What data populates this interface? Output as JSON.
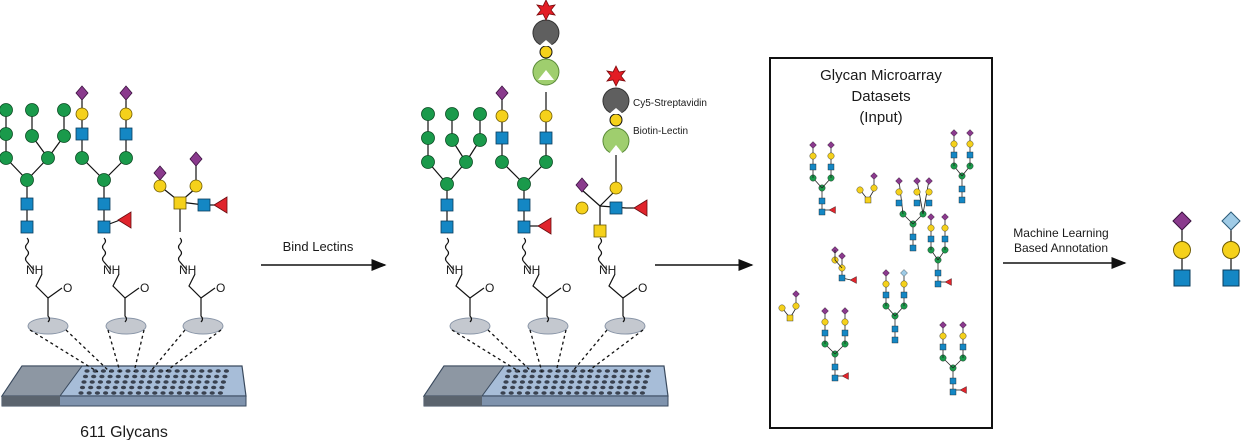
{
  "labels": {
    "glycans_caption": "611 Glycans",
    "bind_step": "Bind Lectins",
    "cy5_label": "Cy5-Streptavidin",
    "biotin_label": "Biotin-Lectin",
    "dataset_title_1": "Glycan Microarray",
    "dataset_title_2": "Datasets",
    "dataset_title_3": "(Input)",
    "ml_step_1": "Machine Learning",
    "ml_step_2": "Based Annotation",
    "nh": "NH",
    "o": "O"
  },
  "colors": {
    "mannose_green": "#1a9a4b",
    "galactose_yellow": "#f5d11b",
    "glcnac_blue": "#1487c4",
    "sialic_purple": "#8a3a8d",
    "neugc_lightblue": "#9fcbe6",
    "fucose_red": "#e0242c",
    "streptavidin_gray": "#5f5f5f",
    "lectin_green": "#9fce6e",
    "cy5_star_red": "#e31d24",
    "slide_blue": "#a7bdd8",
    "slide_gray": "#8d97a3",
    "spot_gray": "#c4c8cf"
  }
}
